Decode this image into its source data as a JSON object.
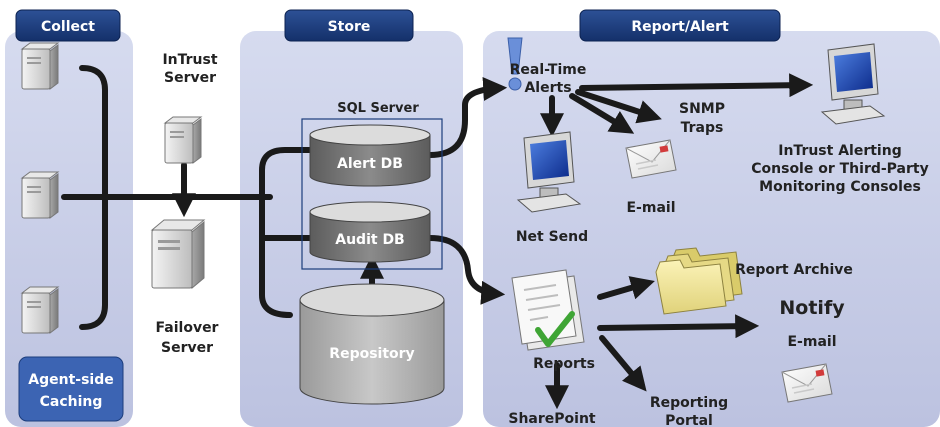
{
  "sections": {
    "collect": "Collect",
    "store": "Store",
    "report_alert": "Report/Alert"
  },
  "collect": {
    "caching_line1": "Agent-side",
    "caching_line2": "Caching"
  },
  "intrust_server": {
    "line1": "InTrust",
    "line2": "Server"
  },
  "failover_server": {
    "line1": "Failover",
    "line2": "Server"
  },
  "store": {
    "sql_server": "SQL Server",
    "alert_db": "Alert DB",
    "audit_db": "Audit DB",
    "repository": "Repository"
  },
  "alerts": {
    "real_time_line1": "Real-Time",
    "real_time_line2": "Alerts",
    "snmp_line1": "SNMP",
    "snmp_line2": "Traps",
    "email": "E-mail",
    "net_send": "Net Send",
    "console_line1": "InTrust Alerting",
    "console_line2": "Console or Third-Party",
    "console_line3": "Monitoring Consoles"
  },
  "reports": {
    "reports": "Reports",
    "report_archive": "Report Archive",
    "notify": "Notify",
    "email": "E-mail",
    "sharepoint": "SharePoint",
    "portal_line1": "Reporting",
    "portal_line2": "Portal"
  },
  "colors": {
    "panel": "#c7cce6",
    "header": "#1c3d7c",
    "connector": "#1a1a1a",
    "db_body": "#6e6e6e",
    "repository": "#b3b3b3"
  }
}
